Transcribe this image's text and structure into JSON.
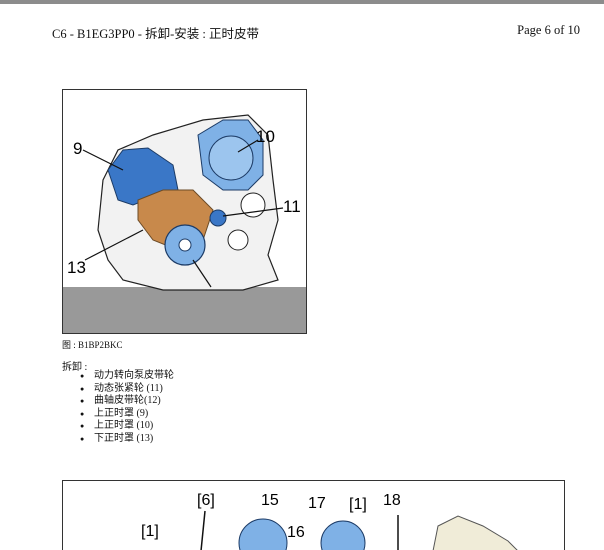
{
  "header": {
    "title": "C6 - B1EG3PP0 - 拆卸-安装 : 正时皮带",
    "page": "Page 6 of 10"
  },
  "figure1": {
    "labels": {
      "l9": "9",
      "l10": "10",
      "l11": "11",
      "l13": "13"
    },
    "caption": "图 : B1BP2BKC",
    "colors": {
      "cover_blue": "#3a77c7",
      "cover_tan": "#c8894b",
      "floor_gray": "#999999"
    }
  },
  "section": {
    "title": "拆卸 :",
    "steps": [
      "动力转向泵皮带轮",
      "动态张紧轮 (11)",
      "曲轴皮带轮(12)",
      "上正时罩 (9)",
      "上正时罩 (10)",
      "下正时罩 (13)"
    ]
  },
  "figure2": {
    "labels": {
      "b6": "[6]",
      "n15": "15",
      "n17": "17",
      "b1a": "[1]",
      "n18": "18",
      "b1b": "[1]",
      "n16": "16"
    }
  }
}
